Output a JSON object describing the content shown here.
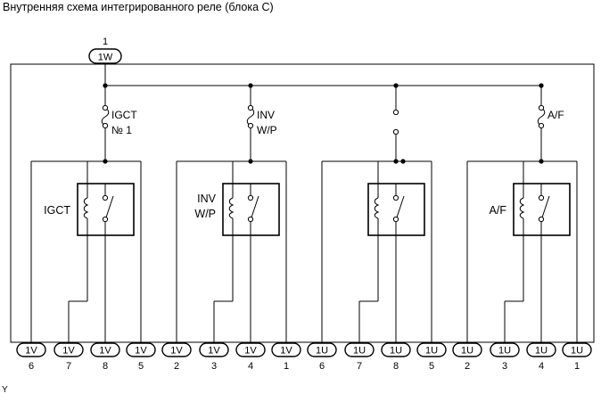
{
  "title": "Внутренняя схема интегрированного реле (блока C)",
  "corner_mark": "Y",
  "top_connector": {
    "pin_label": "1",
    "name": "1W"
  },
  "relays": [
    {
      "fuse_label": [
        "IGCT",
        "№ 1"
      ],
      "relay_label": [
        "IGCT"
      ],
      "has_fuse": true,
      "pins": [
        {
          "conn": "1V",
          "num": "6"
        },
        {
          "conn": "1V",
          "num": "7"
        },
        {
          "conn": "1V",
          "num": "8"
        },
        {
          "conn": "1V",
          "num": "5"
        }
      ]
    },
    {
      "fuse_label": [
        "INV",
        "W/P"
      ],
      "relay_label": [
        "INV",
        "W/P"
      ],
      "has_fuse": true,
      "pins": [
        {
          "conn": "1V",
          "num": "2"
        },
        {
          "conn": "1V",
          "num": "3"
        },
        {
          "conn": "1V",
          "num": "4"
        },
        {
          "conn": "1V",
          "num": "1"
        }
      ]
    },
    {
      "fuse_label": [],
      "relay_label": [],
      "has_fuse": false,
      "pins": [
        {
          "conn": "1U",
          "num": "6"
        },
        {
          "conn": "1U",
          "num": "7"
        },
        {
          "conn": "1U",
          "num": "8"
        },
        {
          "conn": "1U",
          "num": "5"
        }
      ]
    },
    {
      "fuse_label": [
        "A/F"
      ],
      "relay_label": [
        "A/F"
      ],
      "has_fuse": true,
      "pins": [
        {
          "conn": "1U",
          "num": "2"
        },
        {
          "conn": "1U",
          "num": "3"
        },
        {
          "conn": "1U",
          "num": "4"
        },
        {
          "conn": "1U",
          "num": "1"
        }
      ]
    }
  ]
}
